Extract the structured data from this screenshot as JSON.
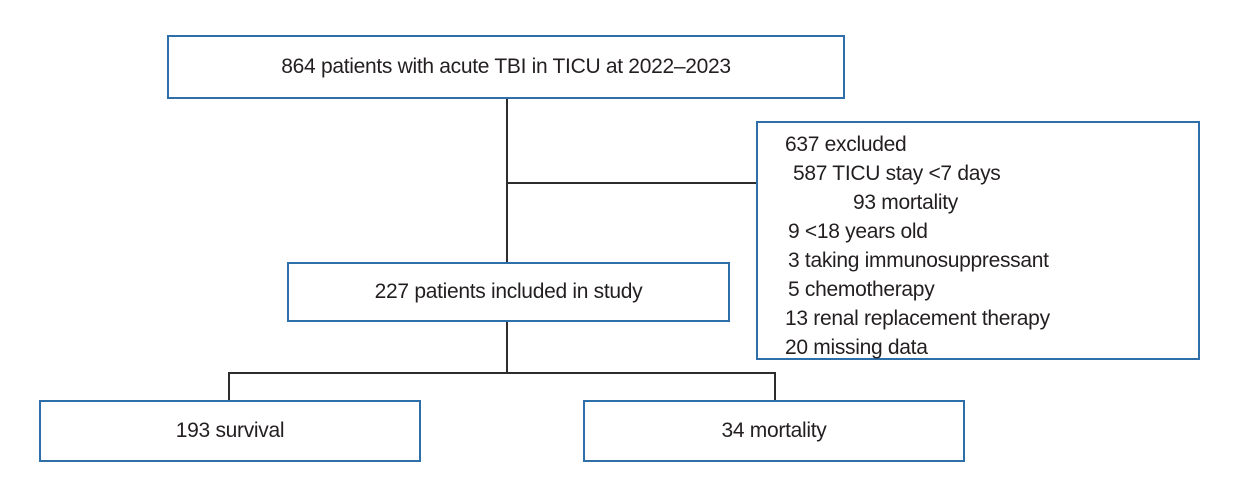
{
  "diagram": {
    "nodes": {
      "total": {
        "text": "864 patients with acute TBI in TICU at 2022–2023"
      },
      "excluded": {
        "lines": [
          {
            "text": "637 excluded",
            "indent": 0
          },
          {
            "text": "587 TICU stay <7 days",
            "indent": 8
          },
          {
            "text": "93 mortality",
            "indent": 68
          },
          {
            "text": "9 <18 years old",
            "indent": 3
          },
          {
            "text": "3 taking immunosuppressant",
            "indent": 3
          },
          {
            "text": "5 chemotherapy",
            "indent": 3
          },
          {
            "text": "13 renal replacement therapy",
            "indent": 0
          },
          {
            "text": "20 missing data",
            "indent": 0
          }
        ]
      },
      "included": {
        "text": "227 patients included in study"
      },
      "survival": {
        "text": "193 survival"
      },
      "mortality": {
        "text": "34 mortality"
      }
    },
    "colors": {
      "box_border": "#2e6ea9",
      "connector": "#2d2d2d",
      "text": "#231f20",
      "background": "#ffffff"
    }
  }
}
